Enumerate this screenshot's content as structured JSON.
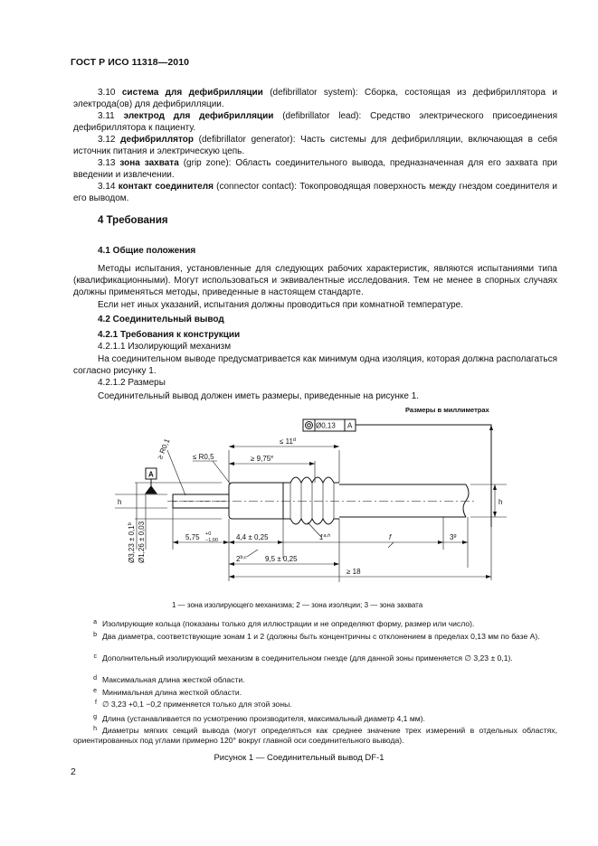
{
  "header": "ГОСТ Р ИСО 11318—2010",
  "defs": [
    {
      "num": "3.10",
      "term": "система для дефибрилляции",
      "text": "(defibrillator system): Сборка, состоящая из дефибриллятора и электрода(ов) для дефибрилляции."
    },
    {
      "num": "3.11",
      "term": "электрод для дефибрилляции",
      "text": "(defibrillator lead): Средство электрического присоединения дефибриллятора к пациенту."
    },
    {
      "num": "3.12",
      "term": "дефибриллятор",
      "text": "(defibrillator generator): Часть системы для дефибрилляции, включающая в себя источник питания и электрическую цепь."
    },
    {
      "num": "3.13",
      "term": "зона захвата",
      "text": "(grip zone): Область соединительного вывода, предназначенная для его захвата при введении и извлечении."
    },
    {
      "num": "3.14",
      "term": "контакт соединителя",
      "text": "(connector contact): Токопроводящая поверхность между гнездом соединителя и его выводом."
    }
  ],
  "section4": {
    "title": "4 Требования",
    "s41_title": "4.1 Общие положения",
    "s41_p1": "Методы испытания, установленные для следующих рабочих характеристик, являются испытаниями типа (квалификационными). Могут использоваться и эквивалентные исследования. Тем не менее в спорных случаях должны применяться методы, приведенные в настоящем стандарте.",
    "s41_p2": "Если нет иных указаний, испытания должны проводиться при комнатной температуре.",
    "s42_title": "4.2 Соединительный вывод",
    "s421_title": "4.2.1 Требования к конструкции",
    "s4211": "4.2.1.1 Изолирующий механизм",
    "s4211_p": "На соединительном выводе предусматривается как минимум одна изоляция, которая должна располагаться согласно рисунку 1.",
    "s4212": "4.2.1.2 Размеры",
    "s4212_p": "Соединительный вывод должен иметь размеры, приведенные на рисунке 1."
  },
  "figure": {
    "units": "Размеры в миллиметрах",
    "tolerance_frame": {
      "symbol": "◎",
      "value": "Ø0,13",
      "datum": "A"
    },
    "datum_label": "A",
    "dims": {
      "r_max": "≤ R0,5",
      "r_min": "≥ R0,1",
      "len_11": "≤ 11",
      "len_11_sup": "d",
      "len_975": "≥ 9,75",
      "len_975_sup": "e",
      "h_left": "h",
      "h_right": "h",
      "dia_323": "Ø3,23 ± 0,1",
      "dia_323_sup": "b",
      "dia_126": "Ø1,26 ± 0,03",
      "len_575": "5,75",
      "len_575_tol_up": "+0",
      "len_575_tol_dn": "−1,00",
      "len_44": "4,4 ± 0,25",
      "label_1": "1",
      "label_1_sup": "a,h",
      "label_f": "f",
      "label_3": "3",
      "label_3_sup": "g",
      "label_2": "2",
      "label_2_sup": "b,c",
      "len_95": "9,5 ± 0,25",
      "len_18": "≥ 18"
    },
    "legend": "1 — зона изолирующего механизма; 2 — зона изоляции; 3 — зона захвата"
  },
  "notes": [
    {
      "mark": "a",
      "text": "Изолирующие кольца (показаны только для иллюстрации и не определяют форму, размер или число)."
    },
    {
      "mark": "b",
      "text": "Два диаметра, соответствующие зонам 1 и 2 (должны быть концентричны с отклонением в пределах 0,13 мм по базе A)."
    },
    {
      "mark": "c",
      "text": "Дополнительный изолирующий механизм в соединительном гнезде (для данной зоны применяется ∅ 3,23 ± 0,1)."
    },
    {
      "mark": "d",
      "text": "Максимальная длина жесткой области."
    },
    {
      "mark": "e",
      "text": "Минимальная длина жесткой области."
    },
    {
      "mark": "f",
      "text": "∅ 3,23 +0,1 −0,2 применяется только для этой зоны."
    },
    {
      "mark": "g",
      "text": "Длина (устанавливается по усмотрению производителя, максимальный диаметр 4,1 мм)."
    },
    {
      "mark": "h",
      "text": "Диаметры мягких секций вывода (могут определяться как среднее значение трех измерений в отдельных областях, ориентированных под углами примерно 120° вокруг главной оси соединительного вывода)."
    }
  ],
  "caption": "Рисунок 1 — Соединительный вывод DF-1",
  "page_number": "2"
}
